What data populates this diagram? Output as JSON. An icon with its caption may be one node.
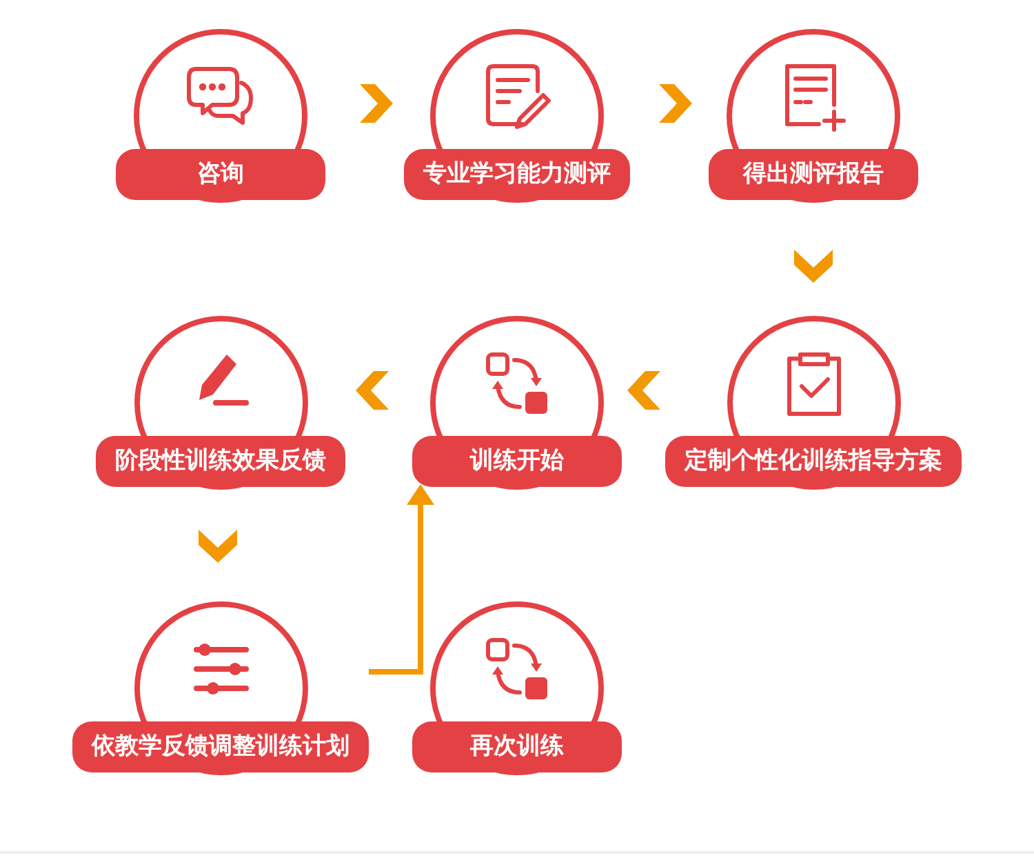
{
  "diagram": {
    "nodes": [
      {
        "text": [
          "咨询"
        ]
      },
      {
        "text": [
          "专业学习能力测评"
        ]
      },
      {
        "text": [
          "得出测评报告"
        ]
      },
      {
        "text": [
          "定制个性化训练指导方案"
        ]
      },
      {
        "text": [
          "训练开始"
        ]
      },
      {
        "text": [
          "阶段性训练效果反馈"
        ]
      },
      {
        "text": [
          "依教学反馈调整训练计划"
        ]
      },
      {
        "text": [
          "再次训练"
        ]
      }
    ],
    "edges": [
      {
        "from": 0,
        "to": 1,
        "arrow": "to"
      },
      {
        "from": 1,
        "to": 2,
        "arrow": "to"
      },
      {
        "from": 2,
        "to": 3,
        "arrow": "to"
      },
      {
        "from": 3,
        "to": 4,
        "arrow": "to"
      },
      {
        "from": 4,
        "to": 5,
        "arrow": "to"
      },
      {
        "from": 5,
        "to": 6,
        "arrow": "to"
      },
      {
        "from": 6,
        "to": 4,
        "arrow": "to"
      }
    ]
  }
}
